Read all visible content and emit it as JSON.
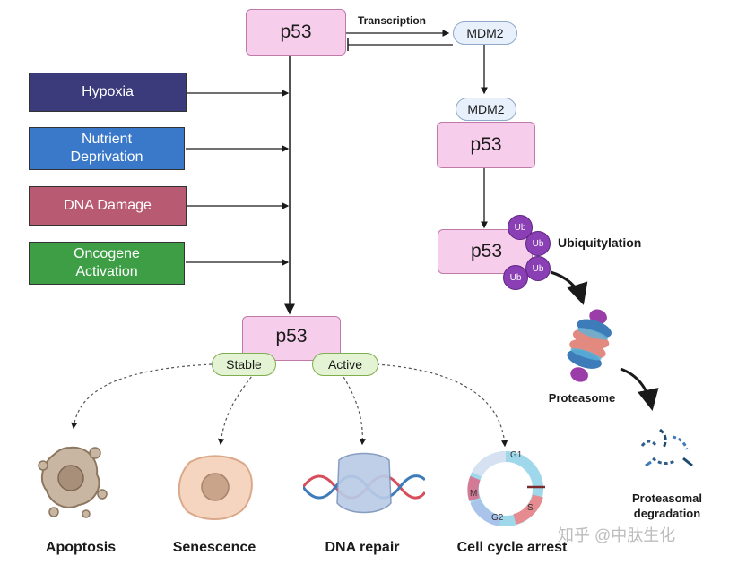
{
  "top": {
    "p53": "p53",
    "transcription": "Transcription",
    "mdm2": "MDM2"
  },
  "stressors": [
    {
      "label": "Hypoxia",
      "color": "#3b3a7a"
    },
    {
      "label": "Nutrient Deprivation",
      "color": "#3a79c9"
    },
    {
      "label": "DNA Damage",
      "color": "#b85a72"
    },
    {
      "label": "Oncogene Activation",
      "color": "#3e9e46"
    }
  ],
  "complex": {
    "mdm2": "MDM2",
    "p53": "p53"
  },
  "ubiquitination": {
    "p53": "p53",
    "ub": "Ub",
    "label": "Ubiquitylation"
  },
  "proteasome": {
    "label": "Proteasome",
    "degradation_line1": "Proteasomal",
    "degradation_line2": "degradation"
  },
  "center": {
    "p53": "p53",
    "stable": "Stable",
    "active": "Active"
  },
  "outcomes": {
    "apoptosis": "Apoptosis",
    "senescence": "Senescence",
    "dna_repair": "DNA repair",
    "cell_cycle": "Cell cycle arrest"
  },
  "cell_cycle": {
    "g1": "G1",
    "s": "S",
    "g2": "G2",
    "m": "M"
  },
  "watermark": "知乎 @中肽生化"
}
